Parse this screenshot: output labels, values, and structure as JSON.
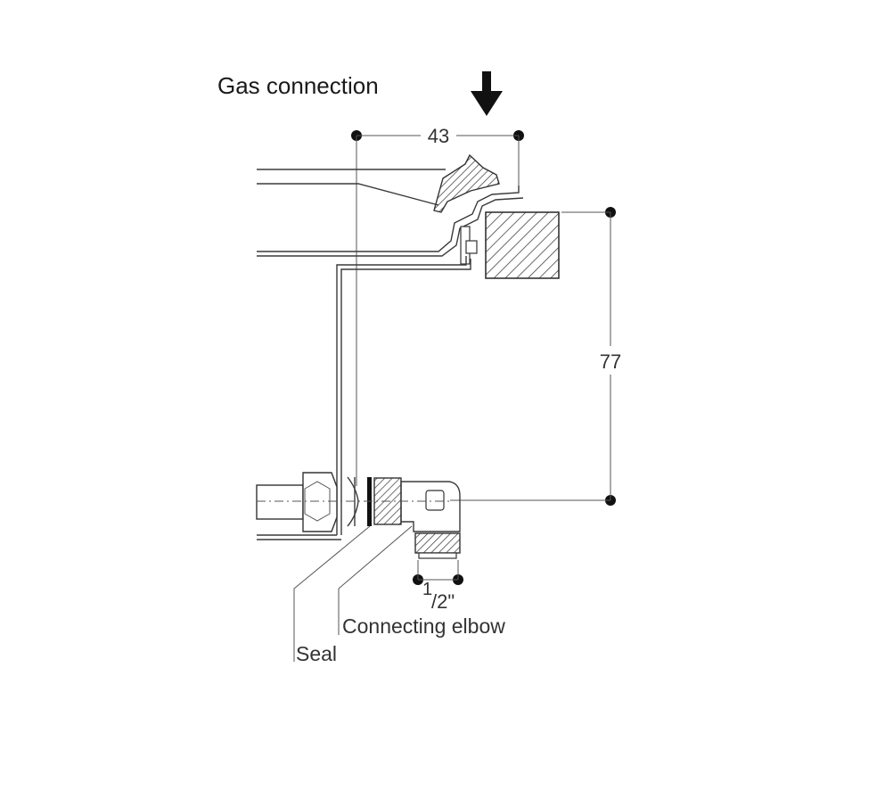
{
  "title": "Gas connection",
  "dimensions": {
    "width": "43",
    "height": "77",
    "thread_numerator": "1",
    "thread_rest": "/2\""
  },
  "labels": {
    "connecting_elbow": "Connecting elbow",
    "seal": "Seal"
  },
  "icons": {
    "arrow": "arrow-down-icon"
  },
  "colors": {
    "line": "#3a3a3a",
    "text": "#333333",
    "fill": "#111111"
  }
}
